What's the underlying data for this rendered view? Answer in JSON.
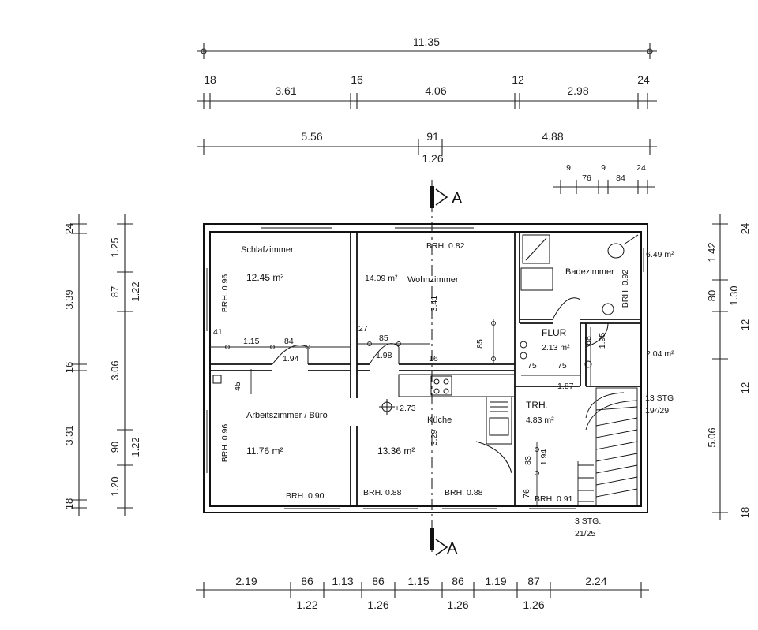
{
  "dims_top": {
    "overall": "11.35",
    "row2": [
      "18",
      "3.61",
      "16",
      "4.06",
      "12",
      "2.98",
      "24"
    ],
    "row3_left": "5.56",
    "row3_mid_a": "91",
    "row3_mid_b": "1.26",
    "row3_right": "4.88",
    "row4": [
      "9",
      "76",
      "9",
      "84",
      "24"
    ]
  },
  "dims_bottom": {
    "row1": [
      "2.19",
      "86",
      "1.13",
      "86",
      "1.15",
      "86",
      "1.19",
      "87",
      "2.24"
    ],
    "row2": [
      "1.22",
      "1.26",
      "1.26",
      "1.26"
    ]
  },
  "dims_left": {
    "outer": [
      "24",
      "3.39",
      "16",
      "3.31",
      "18"
    ],
    "inner": [
      "1.25",
      "87",
      "1.22",
      "3.06",
      "90",
      "1.22",
      "1.20"
    ]
  },
  "dims_right": {
    "outer": [
      "24",
      "1.42",
      "80",
      "1.30",
      "12",
      "12",
      "5.06",
      "18"
    ]
  },
  "section": {
    "top": "A",
    "bottom": "A"
  },
  "rooms": {
    "schlaf": {
      "name": "Schlafzimmer",
      "area": "12.45 m²",
      "brh": "BRH. 0.96"
    },
    "wohn": {
      "name": "Wohnzimmer",
      "area": "14.09 m²",
      "brh": "BRH. 0.82",
      "depth": "3.41"
    },
    "bad": {
      "name": "Badezimmer",
      "area": "6.49 m²",
      "brh": "BRH. 0.92"
    },
    "flur": {
      "name": "FLUR",
      "area": "2.13 m²"
    },
    "arbeit": {
      "name": "Arbeitszimmer / Büro",
      "area": "11.76 m²",
      "brh1": "BRH. 0.96",
      "brh2": "BRH. 0.90"
    },
    "kueche": {
      "name": "Küche",
      "area": "13.36 m²",
      "brh1": "BRH. 0.88",
      "brh2": "BRH. 0.88",
      "depth": "3.29",
      "level": "+2.73"
    },
    "trh": {
      "name": "TRH.",
      "area": "4.83 m²",
      "brh": "BRH. 0.91"
    },
    "wc": {
      "area": "2.04 m²"
    }
  },
  "inner_dims": {
    "a41": "41",
    "a115": "1.15",
    "a84": "84",
    "a194": "1.94",
    "a27": "27",
    "a85": "85",
    "a198": "1.98",
    "a16": "16",
    "a85b": "85",
    "a45": "45",
    "a75a": "75",
    "a75b": "75",
    "a187": "1.87",
    "a68": "68",
    "a195": "1.95",
    "a83": "83",
    "a194b": "1.94",
    "a76": "76"
  },
  "stairs": {
    "upper": "13 STG",
    "upper_ratio": "19⁷/29",
    "lower": "3 STG.",
    "lower_ratio": "21/25"
  }
}
